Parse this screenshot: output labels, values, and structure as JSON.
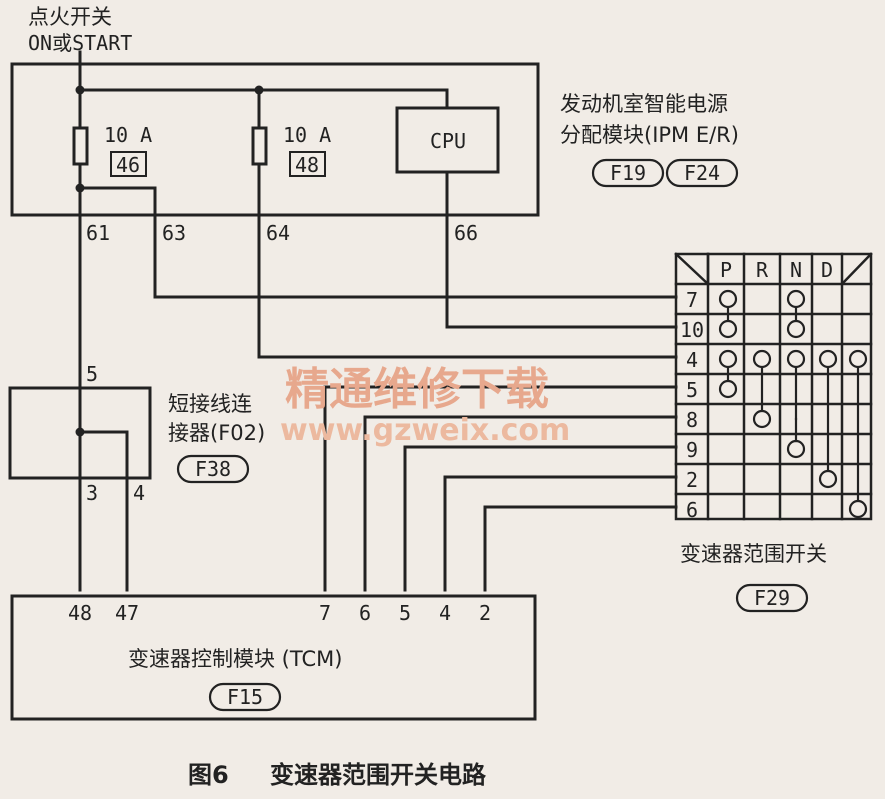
{
  "ignition": {
    "line1": "点火开关",
    "line2": "ON或START"
  },
  "ipm": {
    "name_line1": "发动机室智能电源",
    "name_line2": "分配模块(IPM E/R)",
    "connectors": [
      "F19",
      "F24"
    ],
    "fuses": [
      {
        "rating": "10 A",
        "number": "46"
      },
      {
        "rating": "10 A",
        "number": "48"
      }
    ],
    "cpu_label": "CPU",
    "pins": [
      "61",
      "63",
      "64",
      "66"
    ]
  },
  "jumper": {
    "name_line1": "短接线连",
    "name_line2": "接器(F02)",
    "connector": "F38",
    "pin_top": "5",
    "pins_bottom": [
      "3",
      "4"
    ]
  },
  "range_switch": {
    "name": "变速器范围开关",
    "connector": "F29",
    "positions": [
      "P",
      "R",
      "N",
      "D"
    ],
    "pins": [
      "7",
      "10",
      "4",
      "5",
      "8",
      "9",
      "2",
      "6"
    ]
  },
  "tcm": {
    "name": "变速器控制模块 (TCM)",
    "connector": "F15",
    "pins": [
      "48",
      "47",
      "7",
      "6",
      "5",
      "4",
      "2"
    ]
  },
  "watermark": {
    "line1": "精通维修下载",
    "line2": "www.gzweix.com"
  },
  "caption": {
    "fig": "图6",
    "title": "变速器范围开关电路"
  }
}
